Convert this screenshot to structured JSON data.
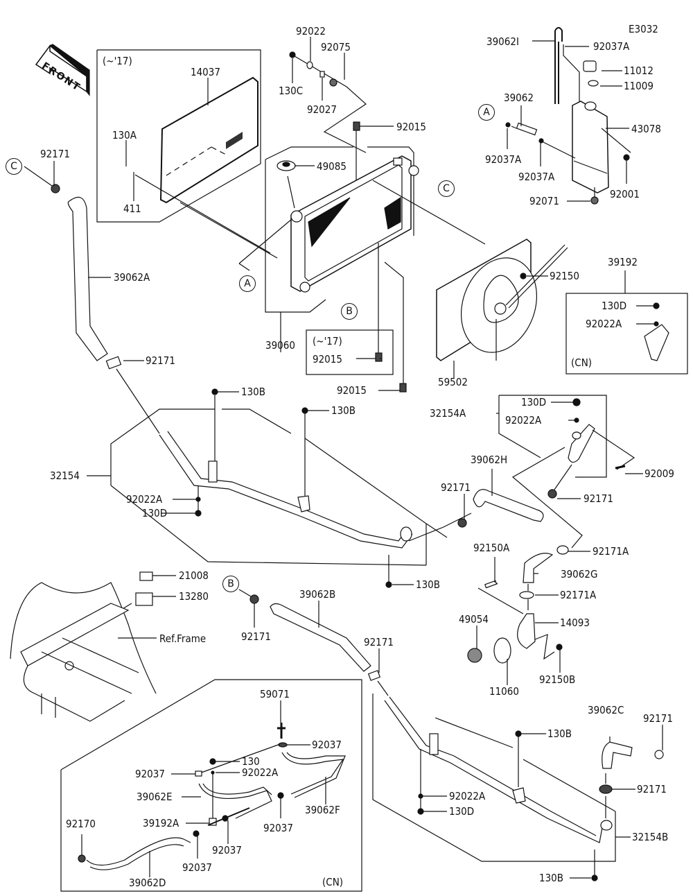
{
  "diagram": {
    "code": "E3032",
    "front_arrow": "FRONT",
    "ref_frame": "Ref.Frame",
    "groups": {
      "radiator_screen": "(~'17)",
      "clip_box": "(~'17)",
      "fitting_cn": "(CN)",
      "bypass_cn": "(CN)"
    },
    "refs": {
      "A": "A",
      "B": "B",
      "C": "C"
    },
    "labels": {
      "p14037": "14037",
      "p130A": "130A",
      "p411": "411",
      "p92171_c": "92171",
      "p39062A": "39062A",
      "p92171_a": "92171",
      "p92022": "92022",
      "p92075": "92075",
      "p130C": "130C",
      "p92027": "92027",
      "p92015_top": "92015",
      "p49085": "49085",
      "p39060": "39060",
      "p92015_box": "92015",
      "p92015_low": "92015",
      "p390621": "39062I",
      "p92037A_top": "92037A",
      "p11012": "11012",
      "p11009": "11009",
      "p39062": "39062",
      "p43078": "43078",
      "p92037A_a": "92037A",
      "p92037A_b": "92037A",
      "p92001": "92001",
      "p92071": "92071",
      "p92150": "92150",
      "p59502": "59502",
      "p39192": "39192",
      "p130D_cn": "130D",
      "p92022A_cn": "92022A",
      "p130B_1": "130B",
      "p130B_2": "130B",
      "p32154": "32154",
      "p92022A_1": "92022A",
      "p130D_1": "130D",
      "p130B_3": "130B",
      "p32154A": "32154A",
      "p130D_a": "130D",
      "p92022A_a": "92022A",
      "p92009": "92009",
      "p39062H": "39062H",
      "p92171_h": "92171",
      "p92171_r": "92171",
      "p92171A_1": "92171A",
      "p92150A": "92150A",
      "p39062G": "39062G",
      "p92171A_2": "92171A",
      "p14093": "14093",
      "p49054": "49054",
      "p11060": "11060",
      "p92150B": "92150B",
      "p21008": "21008",
      "p13280": "13280",
      "p92171_b": "92171",
      "p39062B": "39062B",
      "p92171_m": "92171",
      "p59071": "59071",
      "p92037_1": "92037",
      "p130": "130",
      "p92037_2": "92037",
      "p92022A_b": "92022A",
      "p39062E": "39062E",
      "p39062F": "39062F",
      "p39192A": "39192A",
      "p92037_3": "92037",
      "p92037_4": "92037",
      "p92170": "92170",
      "p92037_5": "92037",
      "p39062D": "39062D",
      "p130B_4": "130B",
      "p92022A_2": "92022A",
      "p130D_2": "130D",
      "p39062C": "39062C",
      "p92171_c2": "92171",
      "p92171_c3": "92171",
      "p32154B": "32154B",
      "p130B_5": "130B"
    }
  }
}
